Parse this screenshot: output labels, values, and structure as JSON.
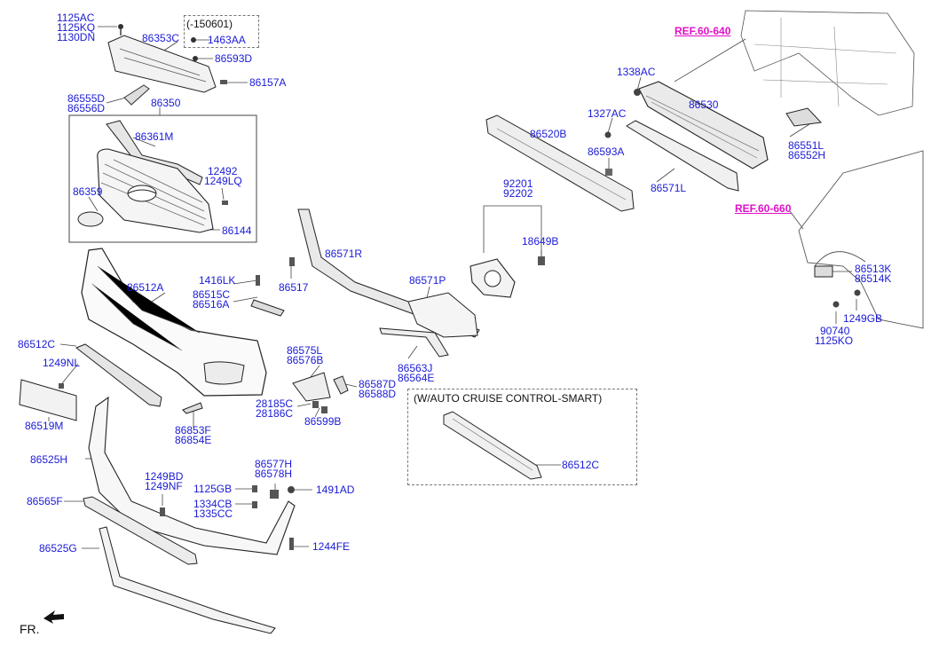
{
  "colors": {
    "part_number": "#1a1ad6",
    "reference_link": "#e011c8",
    "line": "#333333"
  },
  "refs": {
    "ref_top": "REF.60-640",
    "ref_fender": "REF.60-660"
  },
  "notes": {
    "date_note": "(-150601)",
    "cruise_note": "(W/AUTO CRUISE CONTROL-SMART)",
    "front": "FR."
  },
  "labels": {
    "p1125AC": "1125AC",
    "p1125KQ": "1125KQ",
    "p1130DN": "1130DN",
    "p86353C": "86353C",
    "p1463AA": "1463AA",
    "p86593D": "86593D",
    "p86157A": "86157A",
    "p86555D": "86555D",
    "p86556D": "86556D",
    "p86350": "86350",
    "p86361M": "86361M",
    "p12492": "12492",
    "p1249LQ": "1249LQ",
    "p86359": "86359",
    "p86144": "86144",
    "p1338AC": "1338AC",
    "p86530": "86530",
    "p1327AC": "1327AC",
    "p86520B": "86520B",
    "p86593A": "86593A",
    "p86551L": "86551L",
    "p86552H": "86552H",
    "p86571L": "86571L",
    "p92201": "92201",
    "p92202": "92202",
    "p18649B": "18649B",
    "p86513K": "86513K",
    "p86514K": "86514K",
    "p1249GB": "1249GB",
    "p90740": "90740",
    "p1125KO": "1125KO",
    "p86571R": "86571R",
    "p86517": "86517",
    "p86571P": "86571P",
    "p86512A": "86512A",
    "p1416LK": "1416LK",
    "p86515C": "86515C",
    "p86516A": "86516A",
    "p86512C": "86512C",
    "p1249NL": "1249NL",
    "p86519M": "86519M",
    "p86575L": "86575L",
    "p86576B": "86576B",
    "p86587D": "86587D",
    "p86588D": "86588D",
    "p28185C": "28185C",
    "p28186C": "28186C",
    "p86599B": "86599B",
    "p86563J": "86563J",
    "p86564E": "86564E",
    "p86853F": "86853F",
    "p86854E": "86854E",
    "p86525H": "86525H",
    "p1249BD": "1249BD",
    "p1249NF": "1249NF",
    "p86577H": "86577H",
    "p86578H": "86578H",
    "p1125GB": "1125GB",
    "p1491AD": "1491AD",
    "p1334CB": "1334CB",
    "p1335CC": "1335CC",
    "p86565F": "86565F",
    "p1244FE": "1244FE",
    "p86525G": "86525G",
    "p86512C_b": "86512C"
  }
}
